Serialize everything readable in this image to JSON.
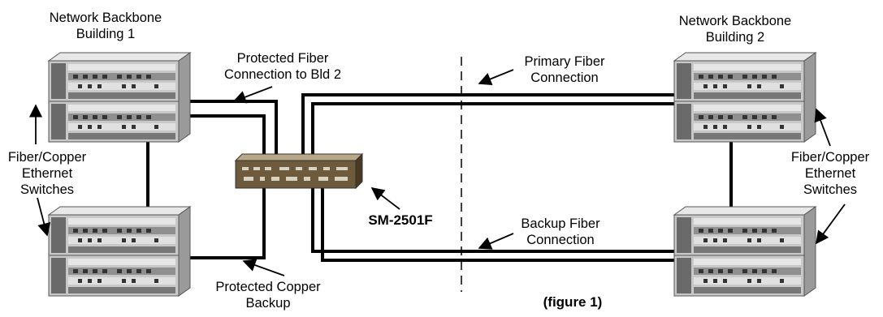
{
  "labels": {
    "backbone_1": "Network Backbone\nBuilding 1",
    "backbone_2": "Network Backbone\nBuilding 2",
    "protected_fiber": "Protected Fiber\nConnection to Bld 2",
    "primary_fiber": "Primary Fiber\nConnection",
    "switches_left": "Fiber/Copper\nEthernet\nSwitches",
    "switches_right": "Fiber/Copper\nEthernet\nSwitches",
    "device_model": "SM-2501F",
    "backup_fiber": "Backup Fiber\nConnection",
    "protected_copper": "Protected Copper\nBackup",
    "figure_caption": "(figure 1)"
  }
}
